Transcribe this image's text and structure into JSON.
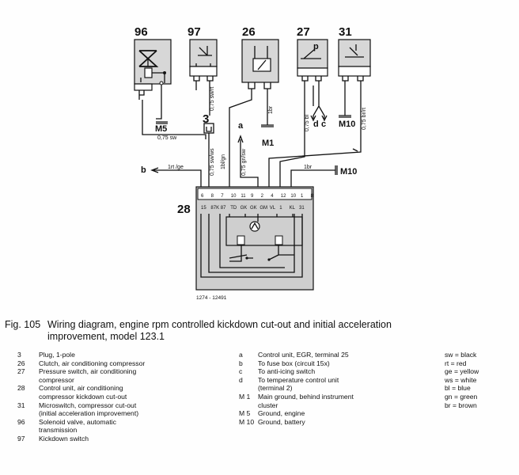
{
  "diagram": {
    "components": {
      "c96": "96",
      "c97": "97",
      "c26": "26",
      "c27": "27",
      "c31": "31",
      "c3": "3",
      "c28": "28"
    },
    "grounds": {
      "m5": "M5",
      "m1": "M1",
      "m10a": "M10",
      "m10b": "M10"
    },
    "switch27_symbol": "p",
    "wires": {
      "w_096_sw": "0,75 sw",
      "w_097_swrt": "0,75 sw/rt",
      "w_026_br": "1br",
      "w_027_bl": "0,75 bl",
      "w_031_brrt": "0,75 br/rt",
      "w_003_swws": "0,75 sw/ws",
      "w_003_blgn": "1bl/gn",
      "w_gnsw": "0,75 gn/sw",
      "w_rtge": "1rt /ge",
      "w_m10_br": "1br"
    },
    "refs": {
      "a": "a",
      "b": "b",
      "c": "c",
      "d": "d"
    },
    "connector_pins": [
      "6",
      "8",
      "7",
      "10",
      "11",
      "9",
      "2",
      "4",
      "12",
      "10",
      "1",
      "8"
    ],
    "terminals": [
      "15",
      "87K",
      "87",
      "TD",
      "GK",
      "GK",
      "GM",
      "VL",
      "1",
      "KL",
      "31"
    ],
    "image_code": "1274 - 12491"
  },
  "caption": {
    "fig": "Fig. 105",
    "line1": "Wiring diagram, engine rpm controlled kickdown cut-out and initial acceleration",
    "line2": "improvement, model 123.1"
  },
  "legend_left": [
    {
      "key": "3",
      "text": "Plug, 1-pole"
    },
    {
      "key": "26",
      "text": "Clutch, air conditioning compressor"
    },
    {
      "key": "27",
      "text": "Pressure switch, air conditioning\ncompressor"
    },
    {
      "key": "28",
      "text": "Control unit, air conditioning\ncompressor kickdown cut-out"
    },
    {
      "key": "31",
      "text": "Microswitch, compressor cut-out\n(initial acceleration improvement)"
    },
    {
      "key": "96",
      "text": "Solenoid valve, automatic\ntransmission"
    },
    {
      "key": "97",
      "text": "Kickdown switch"
    }
  ],
  "legend_mid": [
    {
      "key": "a",
      "text": "Control unit, EGR, terminal 25"
    },
    {
      "key": "b",
      "text": "To fuse box (circuit 15x)"
    },
    {
      "key": "c",
      "text": "To anti-icing switch"
    },
    {
      "key": "d",
      "text": "To temperature control unit\n(terminal 2)"
    },
    {
      "key": "M 1",
      "text": "Main ground, behind instrument\ncluster"
    },
    {
      "key": "M 5",
      "text": "Ground, engine"
    },
    {
      "key": "M 10",
      "text": "Ground, battery"
    }
  ],
  "legend_colors": [
    "sw = black",
    "rt = red",
    "ge = yellow",
    "ws = white",
    "bl = blue",
    "gn = green",
    "br = brown"
  ]
}
